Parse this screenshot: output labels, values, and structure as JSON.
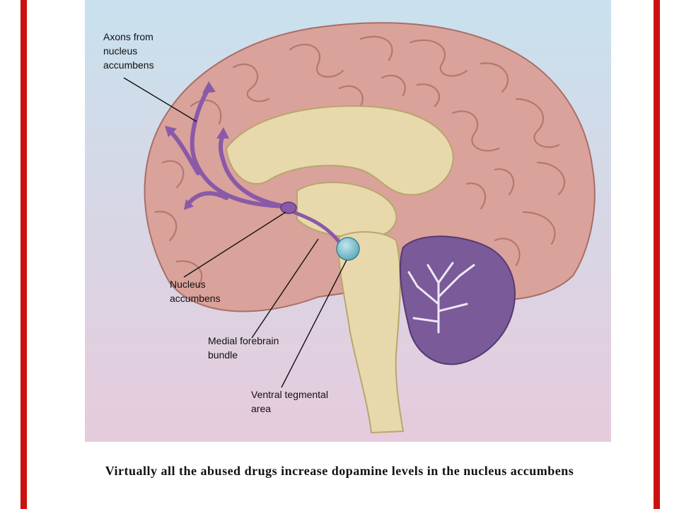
{
  "colors": {
    "frame_red": "#cc1111",
    "background_top": "#c9e1ee",
    "background_bottom": "#e6cbdc",
    "cortex": "#d9a29a",
    "white_matter": "#e8d9ac",
    "pathway": "#8a5aa8",
    "vta": "#5aa7b8",
    "cerebellum": "#7a5a99"
  },
  "labels": {
    "axons": [
      "Axons from",
      "nucleus",
      "accumbens"
    ],
    "nucleus_accumbens": [
      "Nucleus",
      "accumbens"
    ],
    "mfb": [
      "Medial forebrain",
      "bundle"
    ],
    "vta": [
      "Ventral tegmental",
      "area"
    ]
  },
  "caption": "Virtually all the abused drugs increase dopamine levels in the nucleus accumbens"
}
